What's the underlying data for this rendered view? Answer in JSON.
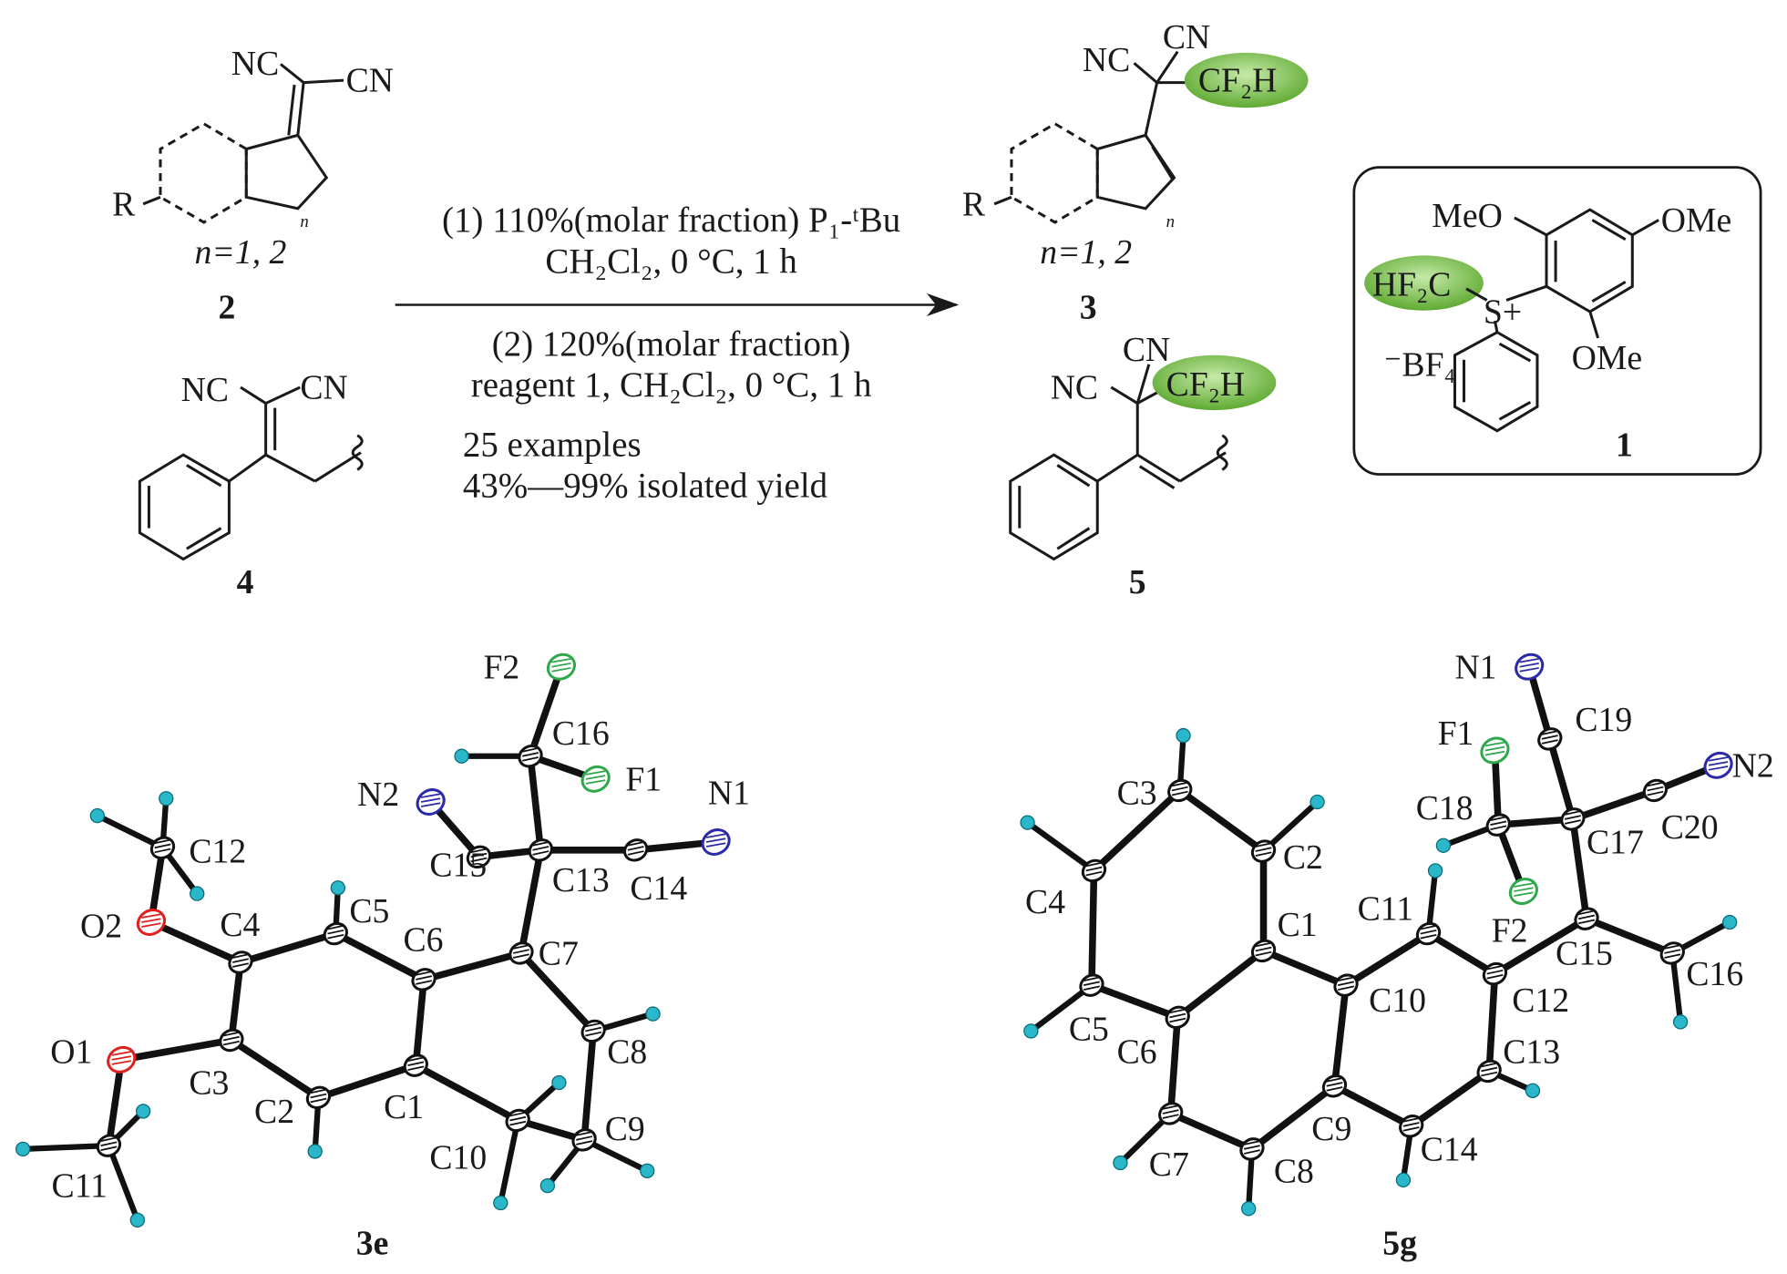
{
  "colors": {
    "highlight": "#7cc44e",
    "oxygen": "#e0201e",
    "nitrogen": "#2a2aa8",
    "fluorine": "#2ea84a",
    "hydrogen": "#2ab7c9",
    "carbon": "#ffffff"
  },
  "scheme": {
    "compound2": {
      "nc": "NC",
      "cn": "CN",
      "r": "R",
      "n": "n",
      "n_range": "n=1, 2",
      "number": "2"
    },
    "compound4": {
      "nc": "NC",
      "cn": "CN",
      "number": "4"
    },
    "compound3": {
      "nc": "NC",
      "cn": "CN",
      "cf2h": "CF₂H",
      "r": "R",
      "n": "n",
      "n_range": "n=1, 2",
      "number": "3"
    },
    "compound5": {
      "nc": "NC",
      "cn": "CN",
      "cf2h": "CF₂H",
      "number": "5"
    },
    "reagent1": {
      "meo": "MeO",
      "ome_top": "OMe",
      "ome_bottom": "OMe",
      "hf2c": "HF₂C",
      "s_plus": "S+",
      "bf4": "⁻BF₄",
      "number": "1"
    },
    "conditions": {
      "step1_line1": "(1) 110%(molar fraction) P₁-ᵗBu",
      "step1_line2": "CH₂Cl₂, 0 °C, 1 h",
      "step2_line1": "(2) 120%(molar fraction)",
      "step2_line2": "reagent 1, CH₂Cl₂, 0 °C,  1 h",
      "examples": "25 examples",
      "yield": "43%—99% isolated yield"
    }
  },
  "crystal_3e": {
    "name": "3e",
    "labels": [
      "F2",
      "C16",
      "F1",
      "N2",
      "N1",
      "C15",
      "C13",
      "C14",
      "C12",
      "C5",
      "C6",
      "C7",
      "C4",
      "O2",
      "C8",
      "O1",
      "C3",
      "C2",
      "C1",
      "C9",
      "C10",
      "C11"
    ]
  },
  "crystal_5g": {
    "name": "5g",
    "labels": [
      "N1",
      "C19",
      "F1",
      "N2",
      "C18",
      "C17",
      "C20",
      "C2",
      "C3",
      "C4",
      "C1",
      "C11",
      "F2",
      "C15",
      "C16",
      "C10",
      "C12",
      "C5",
      "C6",
      "C13",
      "C9",
      "C14",
      "C7",
      "C8"
    ]
  }
}
